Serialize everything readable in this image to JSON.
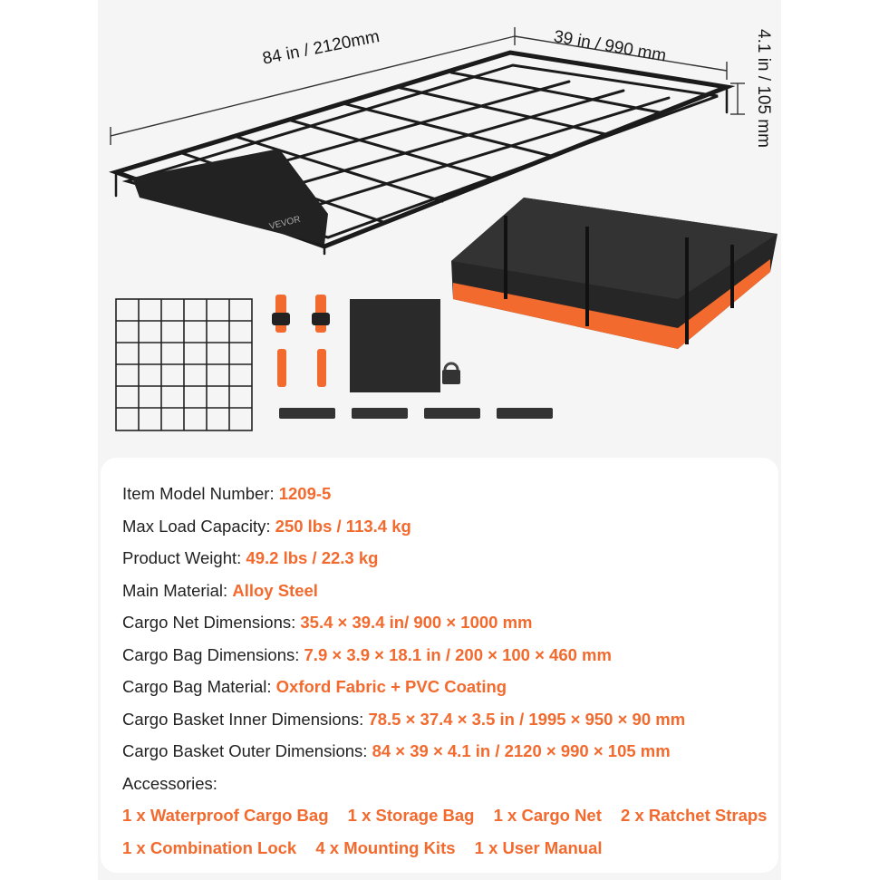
{
  "dimensions": {
    "length": "84 in / 2120mm",
    "width": "39 in / 990 mm",
    "height": "4.1 in / 105 mm"
  },
  "brand": "VEVOR",
  "colors": {
    "accent": "#f26a2e",
    "text": "#222222",
    "rack": "#1b1b1b",
    "bag_orange": "#f26a2e"
  },
  "specs": [
    {
      "label": "Item Model Number:",
      "value": "1209-5"
    },
    {
      "label": "Max Load Capacity:",
      "value": "250 lbs / 113.4 kg"
    },
    {
      "label": "Product Weight:",
      "value": "49.2 lbs / 22.3 kg"
    },
    {
      "label": "Main Material:",
      "value": "Alloy Steel"
    },
    {
      "label": "Cargo Net Dimensions:",
      "value": "35.4 × 39.4 in/ 900 × 1000 mm"
    },
    {
      "label": "Cargo Bag Dimensions:",
      "value": "7.9 × 3.9 × 18.1 in / 200 × 100 × 460 mm"
    },
    {
      "label": "Cargo Bag Material:",
      "value": "Oxford Fabric + PVC Coating"
    },
    {
      "label": "Cargo Basket Inner Dimensions:",
      "value": "78.5 × 37.4 × 3.5 in / 1995 × 950 × 90 mm"
    },
    {
      "label": "Cargo Basket Outer Dimensions:",
      "value": "84 × 39 × 4.1 in / 2120 × 990 × 105 mm"
    }
  ],
  "accessories": {
    "label": "Accessories:",
    "items": [
      "1 x Waterproof Cargo Bag",
      "1 x Storage Bag",
      "1 x Cargo Net",
      "2 x Ratchet Straps",
      "1 x Combination Lock",
      "4 x Mounting Kits",
      "1 x User Manual"
    ]
  }
}
